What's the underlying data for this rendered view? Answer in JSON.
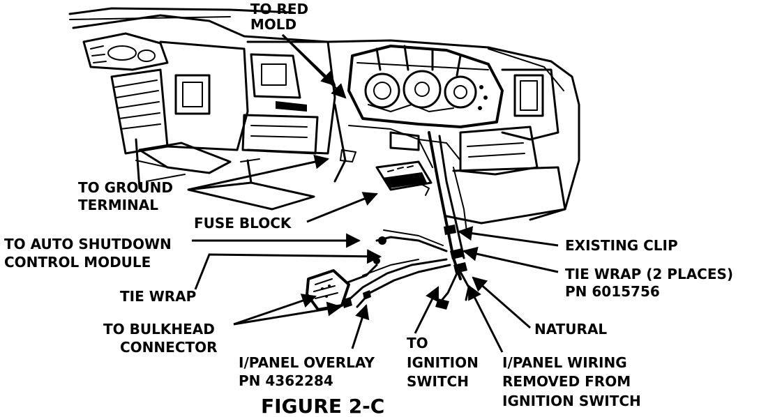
{
  "labels": {
    "to_red_mold": [
      "TO RED",
      "MOLD"
    ],
    "to_ground_terminal": [
      "TO GROUND",
      "TERMINAL"
    ],
    "fuse_block": "FUSE BLOCK",
    "to_auto_shutdown": [
      "TO AUTO SHUTDOWN",
      "CONTROL MODULE"
    ],
    "existing_clip": "EXISTING CLIP",
    "tie_wrap_2_places": [
      "TIE WRAP (2 PLACES)",
      "PN 6015756"
    ],
    "tie_wrap": "TIE WRAP",
    "natural": "NATURAL",
    "to_bulkhead_connector": [
      "TO BULKHEAD",
      "CONNECTOR"
    ],
    "ipanel_overlay": [
      "I/PANEL OVERLAY",
      "PN 4362284"
    ],
    "to_ignition_switch": [
      "TO",
      "IGNITION",
      "SWITCH"
    ],
    "ipanel_wiring_removed": [
      "I/PANEL WIRING",
      "REMOVED FROM",
      "IGNITION SWITCH"
    ]
  },
  "figure_title": "FIGURE 2-C"
}
